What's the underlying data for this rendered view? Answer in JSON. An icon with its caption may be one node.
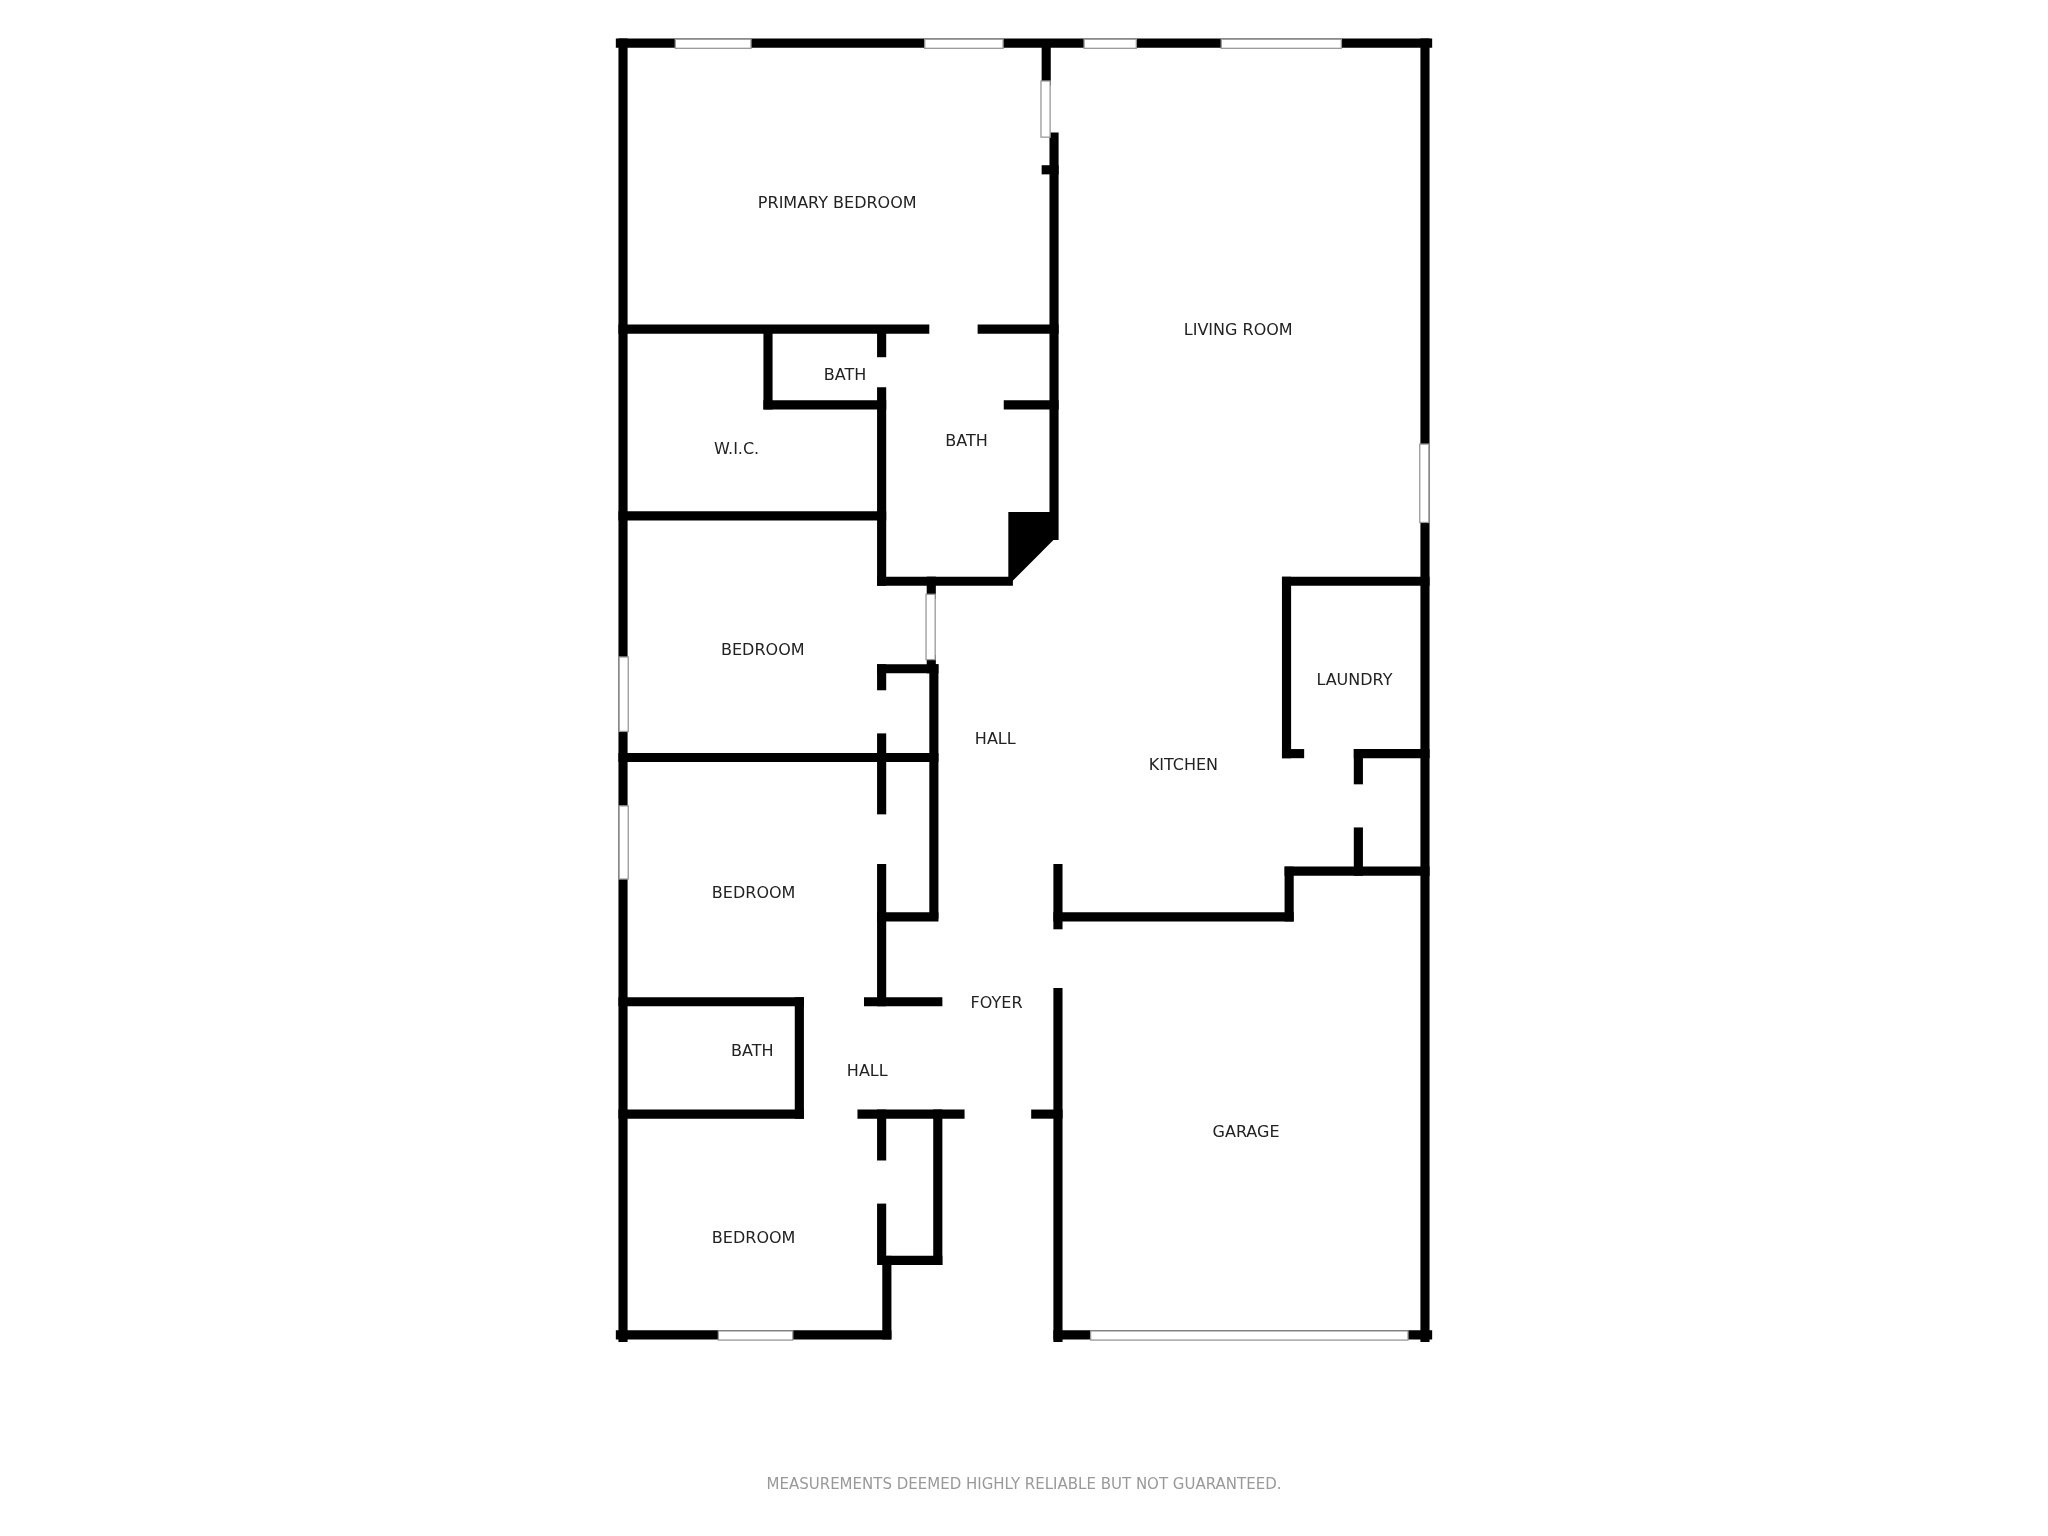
{
  "diagram": {
    "caption": "MEASUREMENTS DEEMED HIGHLY RELIABLE BUT NOT GUARANTEED.",
    "labels": [
      "PRIMARY BEDROOM",
      "LIVING ROOM",
      "BATH",
      "BATH",
      "W.I.C.",
      "BEDROOM",
      "LAUNDRY",
      "HALL",
      "KITCHEN",
      "BEDROOM",
      "FOYER",
      "BATH",
      "HALL",
      "GARAGE",
      "BEDROOM"
    ]
  }
}
